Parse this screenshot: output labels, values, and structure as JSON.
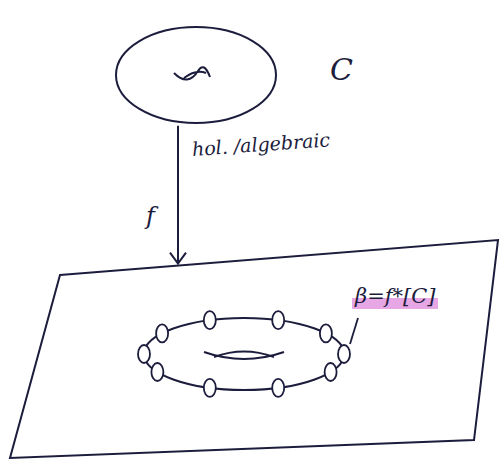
{
  "diagram": {
    "nodes": [
      {
        "text": [
          "C"
        ]
      },
      {
        "text": [
          "β=f*[C]"
        ]
      }
    ],
    "edges": [
      {
        "from": 0,
        "to": 1,
        "arrow": "to",
        "label": "hol. /algebraic"
      }
    ],
    "labels": [
      "f"
    ]
  }
}
